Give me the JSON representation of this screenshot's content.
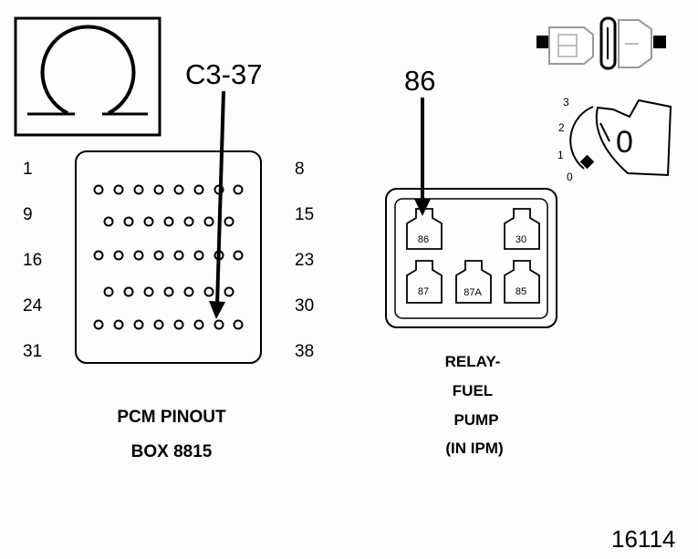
{
  "ohm_symbol": "Ω",
  "pcm": {
    "callout": "C3-37",
    "row_numbers_left": [
      "1",
      "9",
      "16",
      "24",
      "31"
    ],
    "row_numbers_right": [
      "8",
      "15",
      "23",
      "30",
      "38"
    ],
    "caption_line1": "PCM PINOUT",
    "caption_line2": "BOX 8815"
  },
  "relay": {
    "callout": "86",
    "terminals": [
      "86",
      "30",
      "87",
      "87A",
      "85"
    ],
    "caption_lines": [
      "RELAY-",
      "FUEL",
      "PUMP",
      "(IN IPM)"
    ]
  },
  "ignition": {
    "positions": [
      "3",
      "2",
      "1",
      "0"
    ],
    "key_position": "0"
  },
  "figure_number": "16114"
}
